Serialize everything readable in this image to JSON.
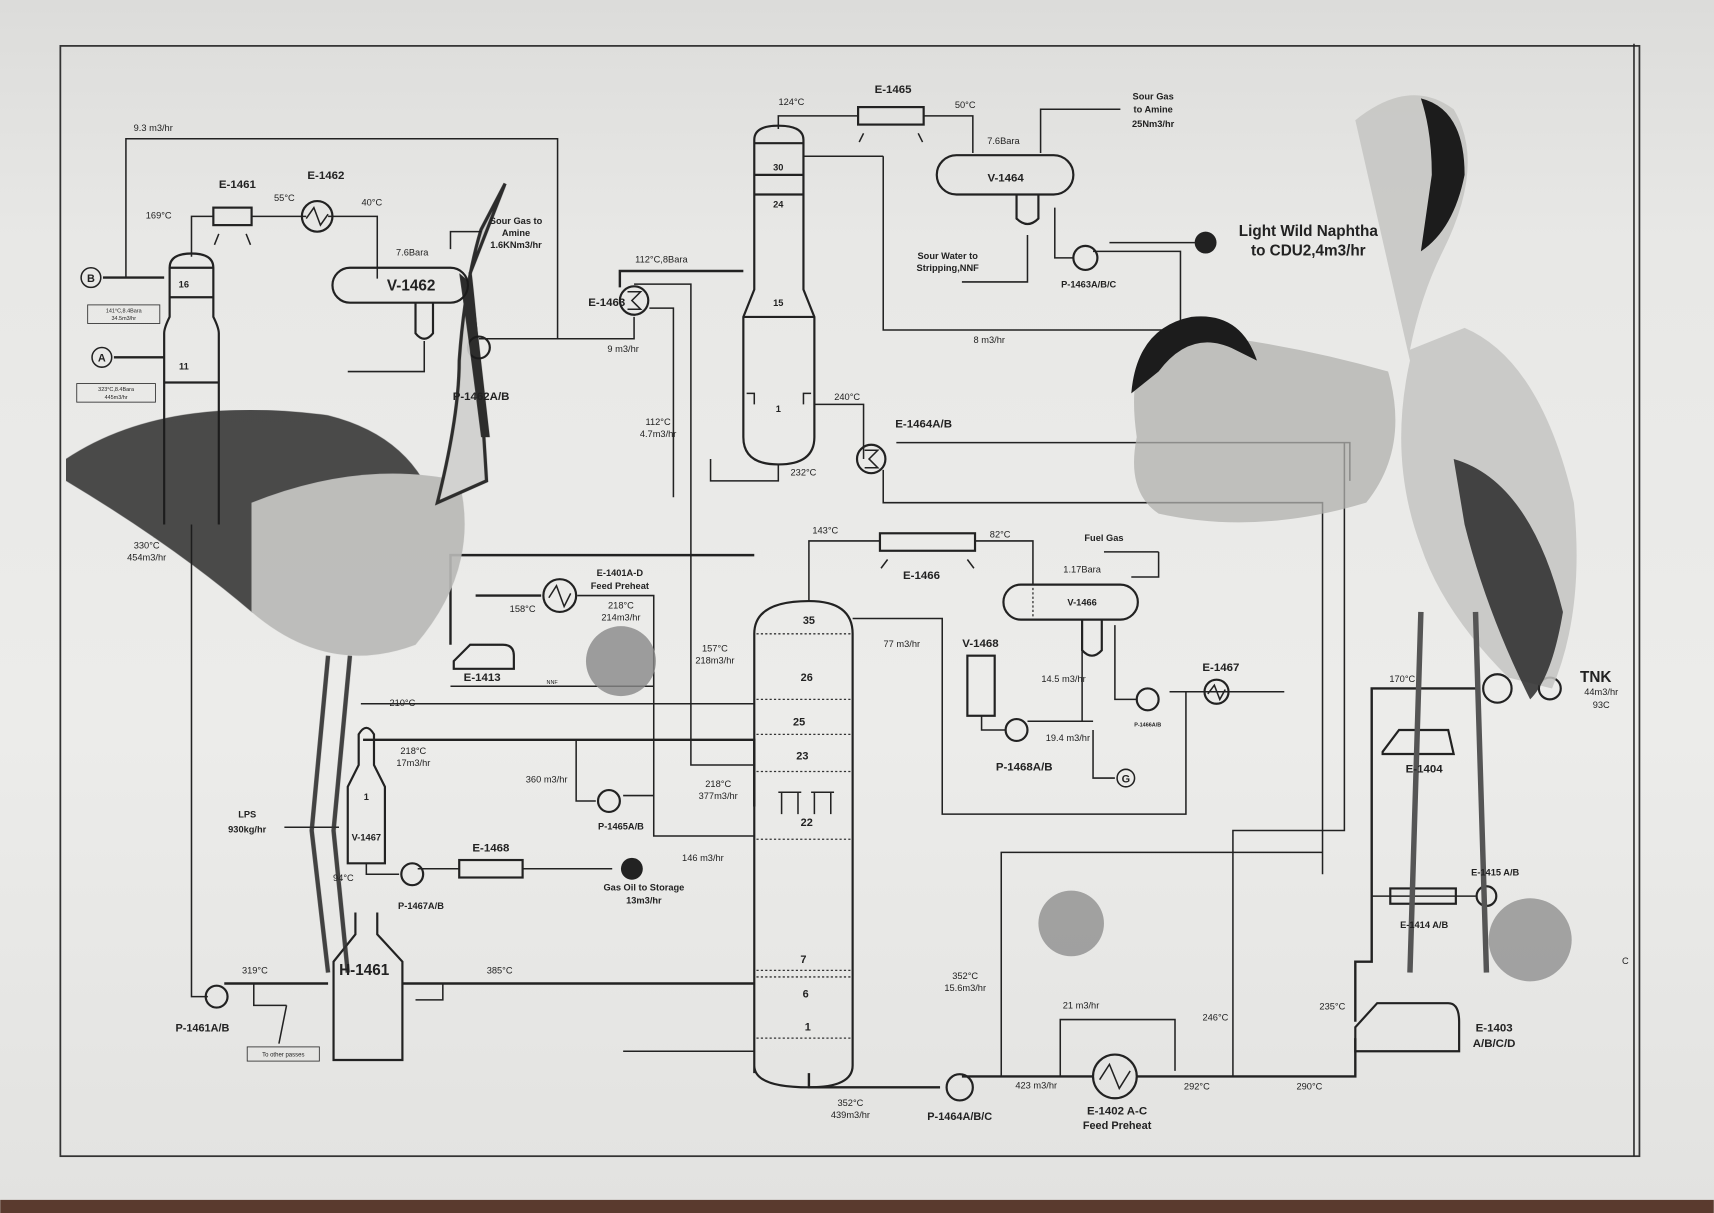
{
  "equipment": {
    "e1461": "E-1461",
    "e1462": "E-1462",
    "v1462": "V-1462",
    "p1462": "P-1462A/B",
    "e1463": "E-1463",
    "e1465": "E-1465",
    "v1464": "V-1464",
    "p1463": "P-1463A/B/C",
    "e1464": "E-1464A/B",
    "e1466": "E-1466",
    "v1466": "V-1466",
    "v1468": "V-1468",
    "e1467": "E-1467",
    "p1466": "P-1466A/B",
    "p1468": "P-1468A/B",
    "e1401": "E-1401A-D",
    "e1401_sub": "Feed Preheat",
    "e1413": "E-1413",
    "p1465": "P-1465A/B",
    "v1467": "V-1467",
    "p1467": "P-1467A/B",
    "e1468": "E-1468",
    "h1461": "H-1461",
    "p1461": "P-1461A/B",
    "p1464": "P-1464A/B/C",
    "e1402": "E-1402 A-C",
    "e1402_sub": "Feed Preheat",
    "e1403": "E-1403",
    "e1403_sub": "A/B/C/D",
    "e1404": "E-1404",
    "e1415": "E-1415 A/B",
    "e1414": "E-1414 A/B",
    "tnk": "TNK"
  },
  "trays": {
    "stripper": [
      "16",
      "11"
    ],
    "column2": [
      "30",
      "24",
      "15",
      "1"
    ],
    "main": [
      "35",
      "26",
      "25",
      "23",
      "22",
      "7",
      "6",
      "1"
    ],
    "v1467": "1"
  },
  "connectors": {
    "a": "A",
    "b": "B",
    "g": "G",
    "c": "C"
  },
  "streams": {
    "s93": "9.3 m3/hr",
    "t169": "169°C",
    "t55": "55°C",
    "t40": "40°C",
    "p76a": "7.6Bara",
    "sourgas1": [
      "Sour Gas to",
      "Amine",
      "1.6KNm3/hr"
    ],
    "boxB": [
      "141°C,8.4Bara",
      "34.5m3/hr"
    ],
    "boxA": [
      "323°C,8.4Bara",
      "445m3/hr"
    ],
    "t112p": "112°C,8Bara",
    "f9": "9 m3/hr",
    "t124": "124°C",
    "t50": "50°C",
    "p76b": "7.6Bara",
    "sourgas2": [
      "Sour Gas",
      "to Amine",
      "25Nm3/hr"
    ],
    "sourwater": [
      "Sour Water to",
      "Stripping,NNF"
    ],
    "naphtha": [
      "Light Wild Naphtha",
      "to CDU2,4m3/hr"
    ],
    "f8": "8 m3/hr",
    "t240": "240°C",
    "t232": "232°C",
    "t112": [
      "112°C",
      "4.7m3/hr"
    ],
    "t143": "143°C",
    "t82": "82°C",
    "fuelgas": "Fuel Gas",
    "p117": "1.17Bara",
    "f77": "77 m3/hr",
    "f145": "14.5 m3/hr",
    "f194": "19.4 m3/hr",
    "feed218": [
      "218°C",
      "214m3/hr"
    ],
    "t158": "158°C",
    "nnf": "NNF",
    "t157": [
      "157°C",
      "218m3/hr"
    ],
    "t210": "210°C",
    "t218a": [
      "218°C",
      "17m3/hr"
    ],
    "f360": "360 m3/hr",
    "t218b": [
      "218°C",
      "377m3/hr"
    ],
    "f146": "146 m3/hr",
    "lps": [
      "LPS",
      "930kg/hr"
    ],
    "t94": "94°C",
    "gasoil": [
      "Gas Oil to Storage",
      "13m3/hr"
    ],
    "t319": "319°C",
    "t385": "385°C",
    "otherpasses": "To other passes",
    "t330": [
      "330°C",
      "454m3/hr"
    ],
    "t352a": [
      "352°C",
      "15.6m3/hr"
    ],
    "f21": "21 m3/hr",
    "t246": "246°C",
    "t235": "235°C",
    "f423": "423 m3/hr",
    "t292": "292°C",
    "t290": "290°C",
    "t352b": [
      "352°C",
      "439m3/hr"
    ],
    "tnk": [
      "44m3/hr",
      "93C"
    ],
    "t170": "170°C"
  },
  "colors": {
    "ink": "#222222",
    "paper": "#e8e8e6",
    "wash": "#8a8a8a",
    "crane_black": "#1c1c1c"
  }
}
